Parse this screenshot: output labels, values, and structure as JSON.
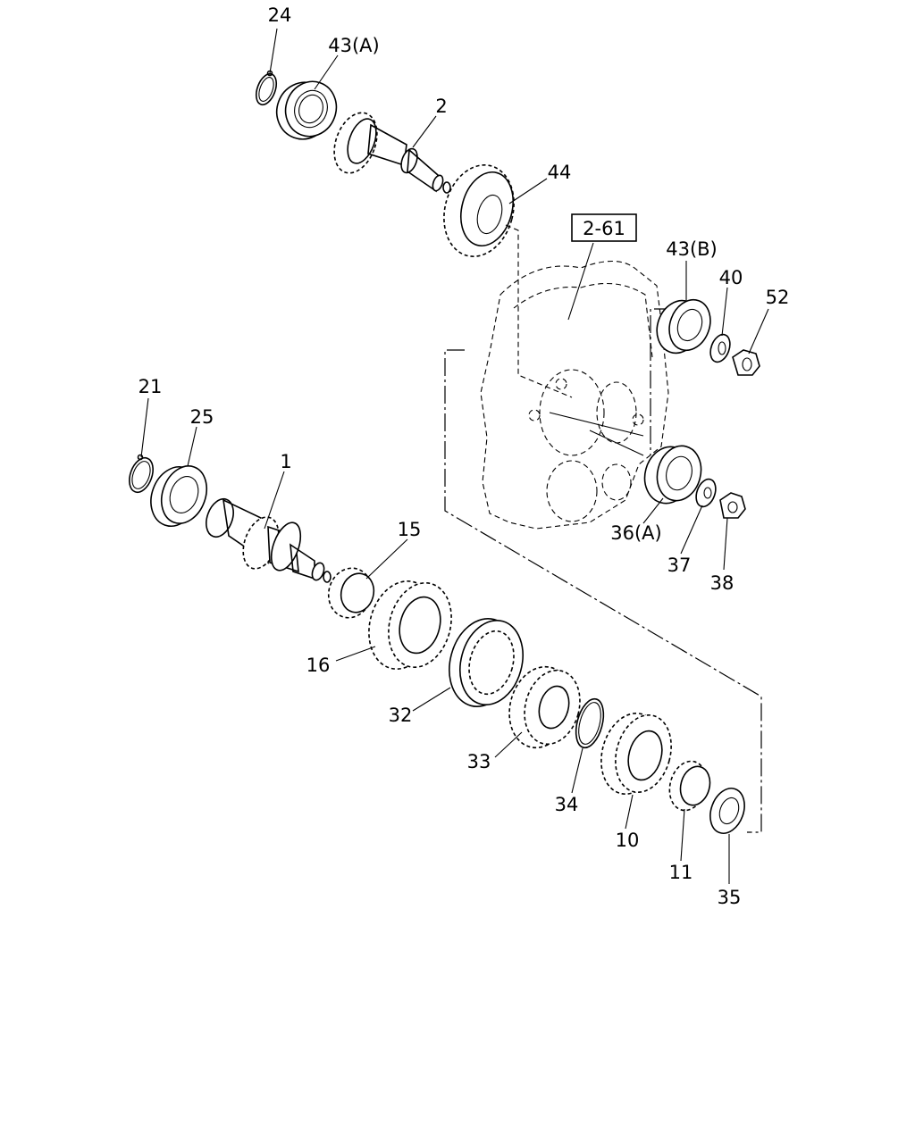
{
  "diagram": {
    "reference_box": "2-61",
    "callouts": {
      "c24": "24",
      "c43a": "43(A)",
      "c2": "2",
      "c44": "44",
      "c43b": "43(B)",
      "c40": "40",
      "c52": "52",
      "c21": "21",
      "c25": "25",
      "c1": "1",
      "c15": "15",
      "c36a": "36(A)",
      "c37": "37",
      "c38": "38",
      "c16": "16",
      "c32": "32",
      "c33": "33",
      "c34": "34",
      "c10": "10",
      "c11": "11",
      "c35": "35"
    }
  }
}
